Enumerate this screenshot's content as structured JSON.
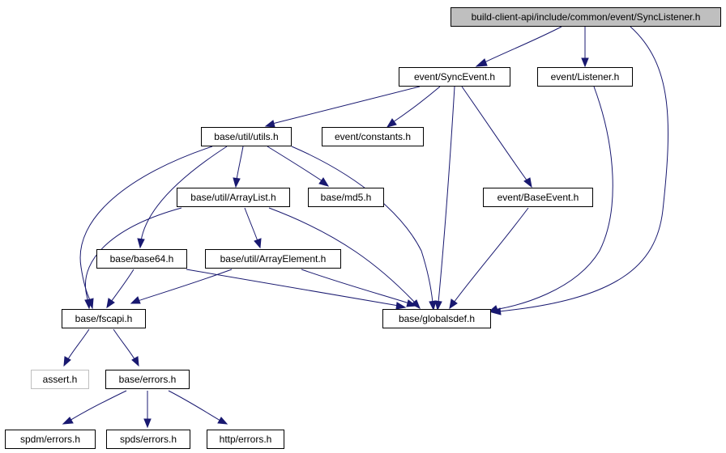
{
  "nodes": {
    "root": "build-client-api/include/common/event/SyncListener.h",
    "syncevent": "event/SyncEvent.h",
    "listener": "event/Listener.h",
    "utils": "base/util/utils.h",
    "constants": "event/constants.h",
    "arraylist": "base/util/ArrayList.h",
    "md5": "base/md5.h",
    "baseevent": "event/BaseEvent.h",
    "base64": "base/base64.h",
    "arrayelement": "base/util/ArrayElement.h",
    "fscapi": "base/fscapi.h",
    "globalsdef": "base/globalsdef.h",
    "assert": "assert.h",
    "errors": "base/errors.h",
    "spdm_errors": "spdm/errors.h",
    "spds_errors": "spds/errors.h",
    "http_errors": "http/errors.h"
  },
  "colors": {
    "edge": "#191970",
    "root_fill": "#bfbfbf",
    "ghost_border": "#bfbfbf"
  }
}
